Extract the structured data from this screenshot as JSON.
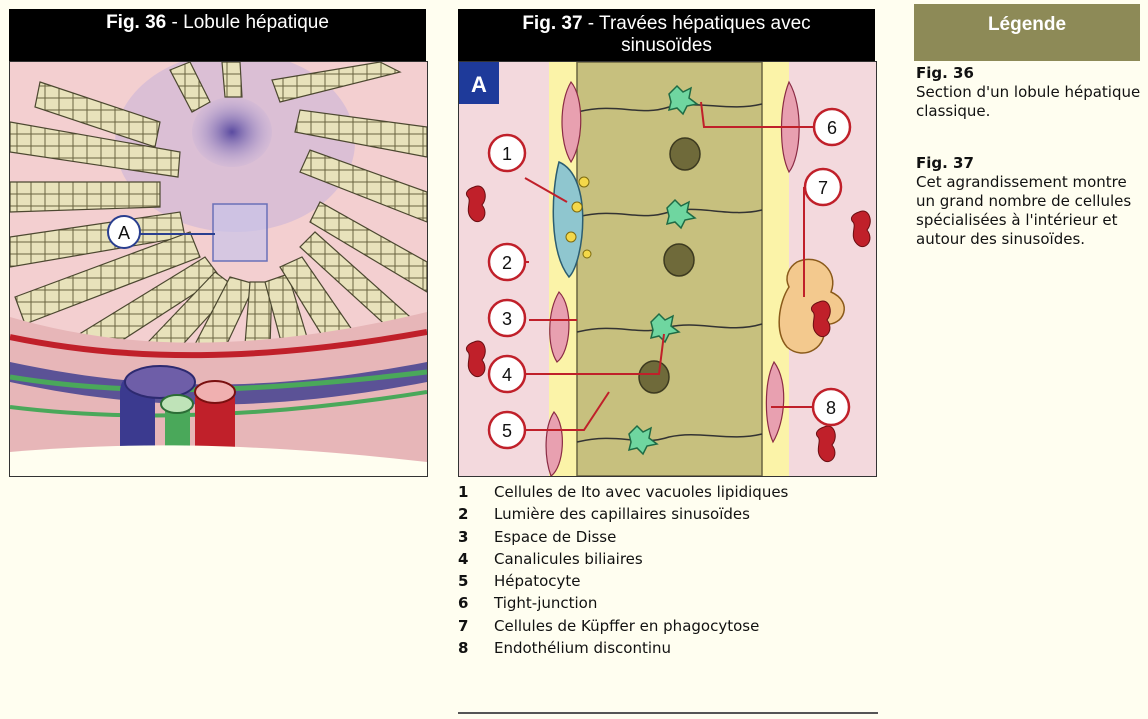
{
  "fig36": {
    "title_num": "Fig. 36",
    "title_rest": " - Lobule hépatique",
    "marker": "A"
  },
  "fig37": {
    "title_line1_num": "Fig. 37",
    "title_line1_rest": " - Travées hépatiques avec",
    "title_line2": "sinusoïdes",
    "panel_tag": "A",
    "callouts": [
      "1",
      "2",
      "3",
      "4",
      "5",
      "6",
      "7",
      "8"
    ]
  },
  "legend": {
    "header": "Légende",
    "entries": [
      {
        "fig": "Fig. 36",
        "desc": "Section d'un lobule hépatique classique."
      },
      {
        "fig": "Fig. 37",
        "desc": "Cet agrandissement montre un grand nombre de cellules spécialisées à l'intérieur et autour des sinusoïdes."
      }
    ]
  },
  "key": [
    {
      "num": "1",
      "text": "Cellules de Ito avec vacuoles lipidiques"
    },
    {
      "num": "2",
      "text": "Lumière des capillaires sinusoïdes"
    },
    {
      "num": "3",
      "text": "Espace de Disse"
    },
    {
      "num": "4",
      "text": "Canalicules biliaires"
    },
    {
      "num": "5",
      "text": "Hépatocyte"
    },
    {
      "num": "6",
      "text": "Tight-junction"
    },
    {
      "num": "7",
      "text": "Cellules de Küpffer en phagocytose"
    },
    {
      "num": "8",
      "text": "Endothélium discontinu"
    }
  ],
  "colors": {
    "hepatocyte": "#e8e2bb",
    "central_vein": "#6e5ea8",
    "portal_vein": "#3b3a8f",
    "artery": "#c0202a",
    "bile_duct": "#4aa85a",
    "sinusoid_bg": "#f3d9dd",
    "disse_space": "#fbf3a8",
    "trabecula": "#c7c07e",
    "nucleus": "#6f6a3a",
    "callout_ring": "#c0202a",
    "legend_header_bg": "#8d8a57"
  }
}
